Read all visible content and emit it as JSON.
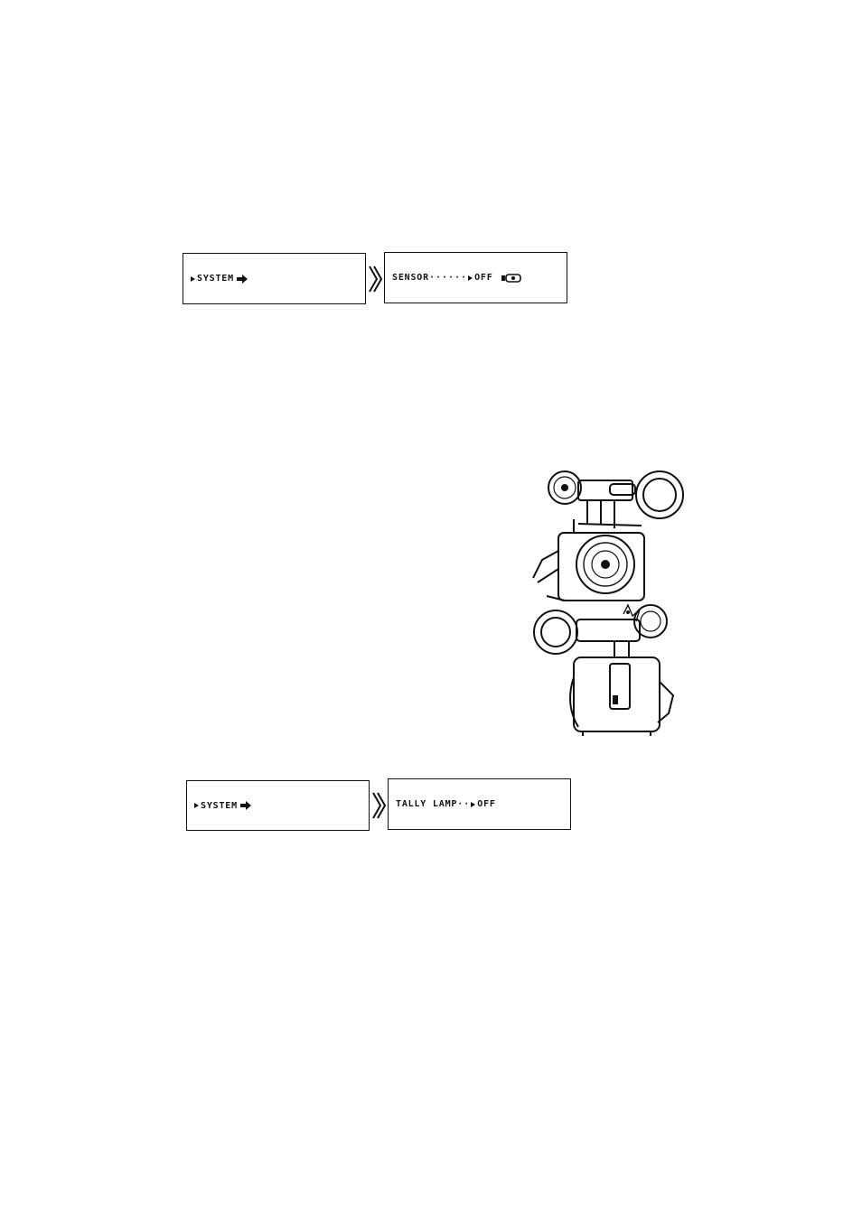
{
  "menu_pair_1": {
    "left": "SYSTEM",
    "right_label": "SENSOR",
    "right_leader": "······",
    "right_value": "OFF",
    "right_icon": "remote-sensor-icon"
  },
  "menu_pair_2": {
    "left": "SYSTEM",
    "right_label": "TALLY LAMP",
    "right_leader": "··",
    "right_value": "OFF"
  },
  "illustration": {
    "icon": "camcorder-illustration"
  }
}
